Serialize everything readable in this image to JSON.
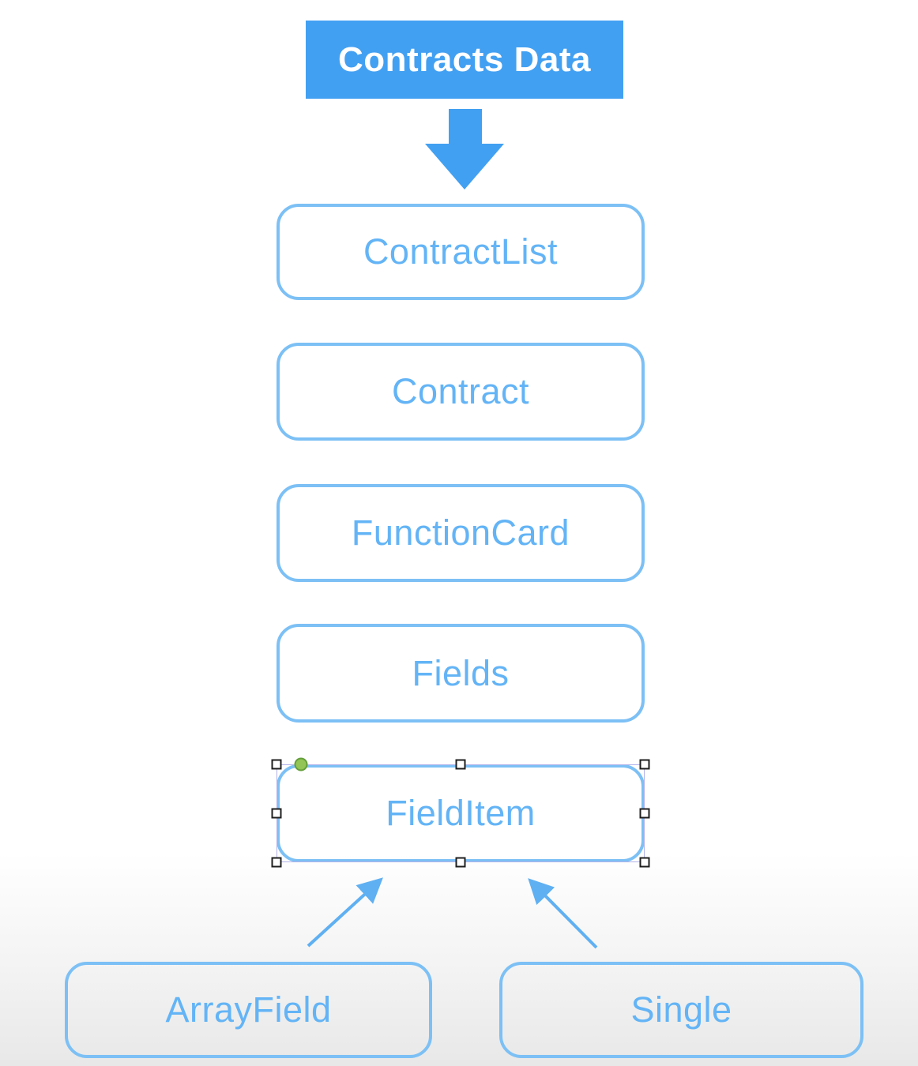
{
  "diagram": {
    "title": {
      "label": "Contracts Data"
    },
    "flow_nodes": [
      {
        "id": "contract-list",
        "label": "ContractList"
      },
      {
        "id": "contract",
        "label": "Contract"
      },
      {
        "id": "function-card",
        "label": "FunctionCard"
      },
      {
        "id": "fields",
        "label": "Fields"
      },
      {
        "id": "field-item",
        "label": "FieldItem",
        "selected": true
      }
    ],
    "leaf_nodes": [
      {
        "id": "array-field",
        "label": "ArrayField"
      },
      {
        "id": "single",
        "label": "Single"
      }
    ],
    "connectors": [
      {
        "from": "contracts-data",
        "to": "contract-list",
        "style": "thick-down-arrow"
      },
      {
        "from": "array-field",
        "to": "field-item",
        "style": "thin-arrow"
      },
      {
        "from": "single",
        "to": "field-item",
        "style": "thin-arrow"
      }
    ],
    "colors": {
      "fill_blue": "#42a0f2",
      "node_border": "#7cc0f5",
      "node_text": "#63b4f6",
      "connector_blue": "#5fb0f2",
      "title_text": "#ffffff",
      "selection_outline": "#b2b2ea",
      "selection_handle_fill": "#ffffff",
      "selection_handle_border": "#1f1f1f",
      "selection_anchor_green": "#92c556"
    }
  }
}
